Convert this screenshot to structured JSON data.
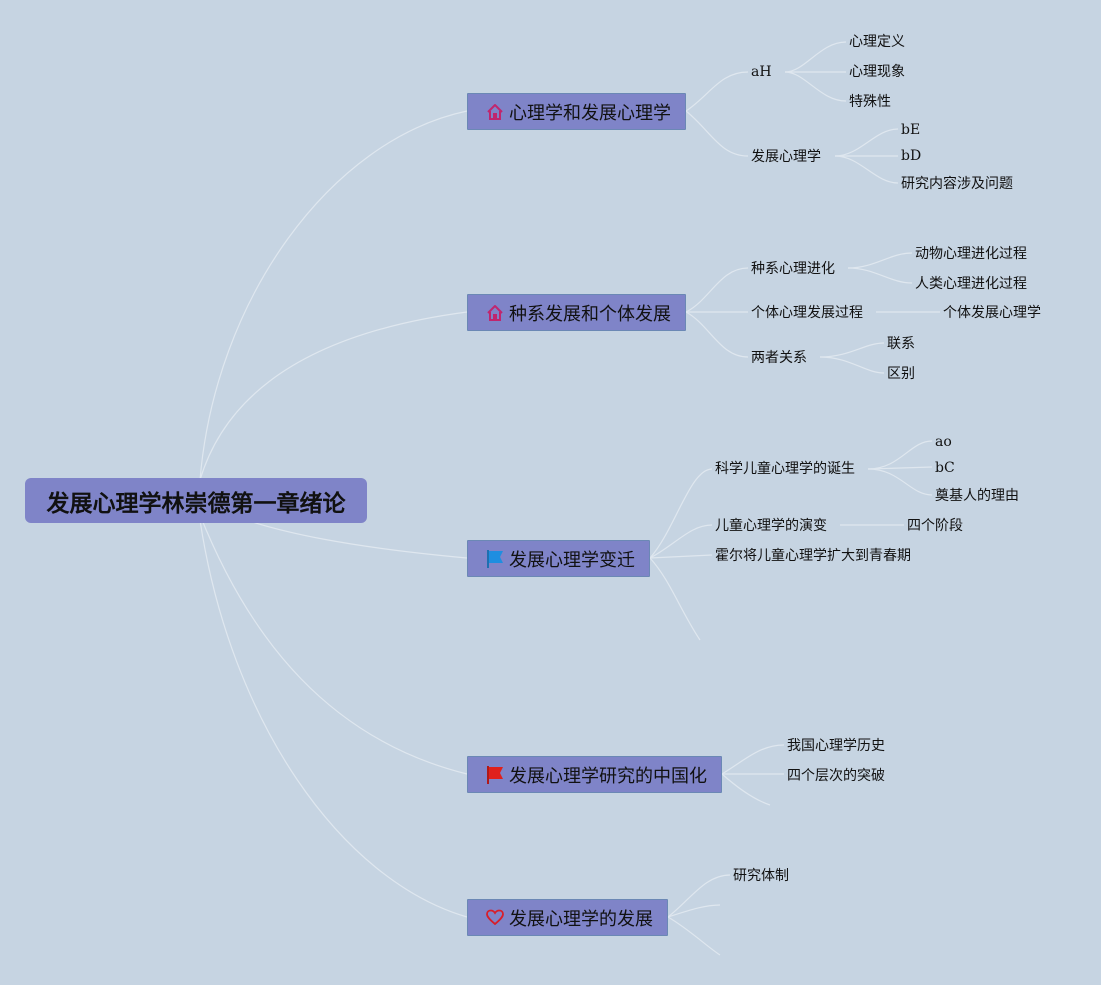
{
  "root": {
    "title": "发展心理学林崇德第一章绪论"
  },
  "topics": [
    {
      "label": "心理学和发展心理学",
      "icon": "house-icon",
      "children": [
        {
          "label": "aH",
          "children": [
            "心理定义",
            "心理现象",
            "特殊性"
          ]
        },
        {
          "label": "发展心理学",
          "children": [
            "bE",
            "bD",
            "研究内容涉及问题"
          ]
        }
      ]
    },
    {
      "label": "种系发展和个体发展",
      "icon": "house-icon",
      "children": [
        {
          "label": "种系心理进化",
          "children": [
            "动物心理进化过程",
            "人类心理进化过程"
          ]
        },
        {
          "label": "个体心理发展过程",
          "children": [
            "个体发展心理学"
          ]
        },
        {
          "label": "两者关系",
          "children": [
            "联系",
            "区别"
          ]
        }
      ]
    },
    {
      "label": "发展心理学变迁",
      "icon": "blue-flag-icon",
      "children": [
        {
          "label": "科学儿童心理学的诞生",
          "children": [
            "ao",
            "bC",
            "奠基人的理由"
          ]
        },
        {
          "label": "儿童心理学的演变",
          "children": [
            "四个阶段"
          ]
        },
        {
          "label": "霍尔将儿童心理学扩大到青春期",
          "children": []
        }
      ]
    },
    {
      "label": "发展心理学研究的中国化",
      "icon": "red-flag-icon",
      "children": [
        {
          "label": "我国心理学历史",
          "children": []
        },
        {
          "label": "四个层次的突破",
          "children": []
        }
      ]
    },
    {
      "label": "发展心理学的发展",
      "icon": "heart-icon",
      "children": [
        {
          "label": "研究体制",
          "children": []
        }
      ]
    }
  ],
  "colors": {
    "background": "#c6d4e2",
    "node_fill": "#7f84c8",
    "connector": "#dfe7ef",
    "house_icon": "#c0266e",
    "blue_flag": "#1e8ee0",
    "red_flag": "#e0201c",
    "heart_icon": "#d81e2a"
  }
}
